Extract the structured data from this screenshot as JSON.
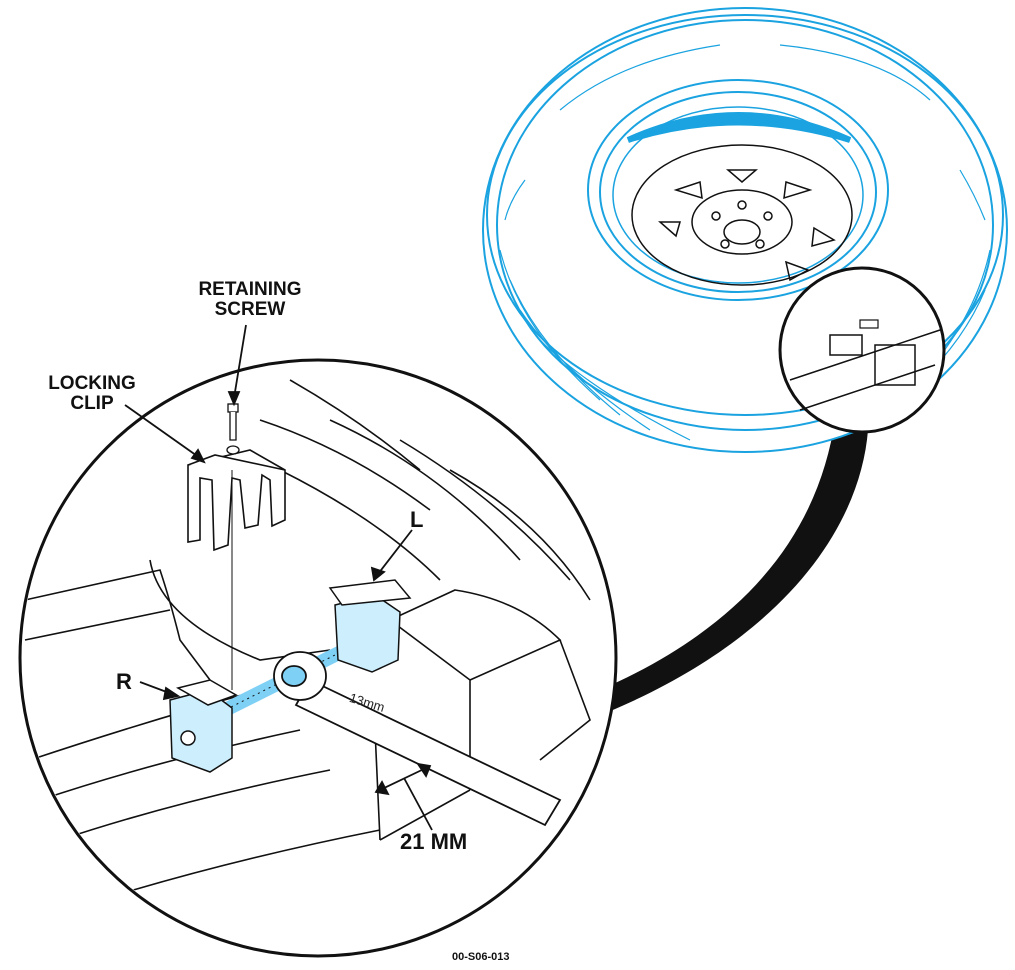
{
  "labels": {
    "retaining_screw_line1": "RETAINING",
    "retaining_screw_line2": "SCREW",
    "locking_clip_line1": "LOCKING",
    "locking_clip_line2": "CLIP",
    "left": "L",
    "right": "R",
    "dimension": "21 MM",
    "wrench_size": "13mm",
    "figure_ref": "00-S06-013"
  },
  "colors": {
    "tire_blue": "#1aa3e0",
    "line": "#111111",
    "part_blue": "#7fd0f5"
  }
}
